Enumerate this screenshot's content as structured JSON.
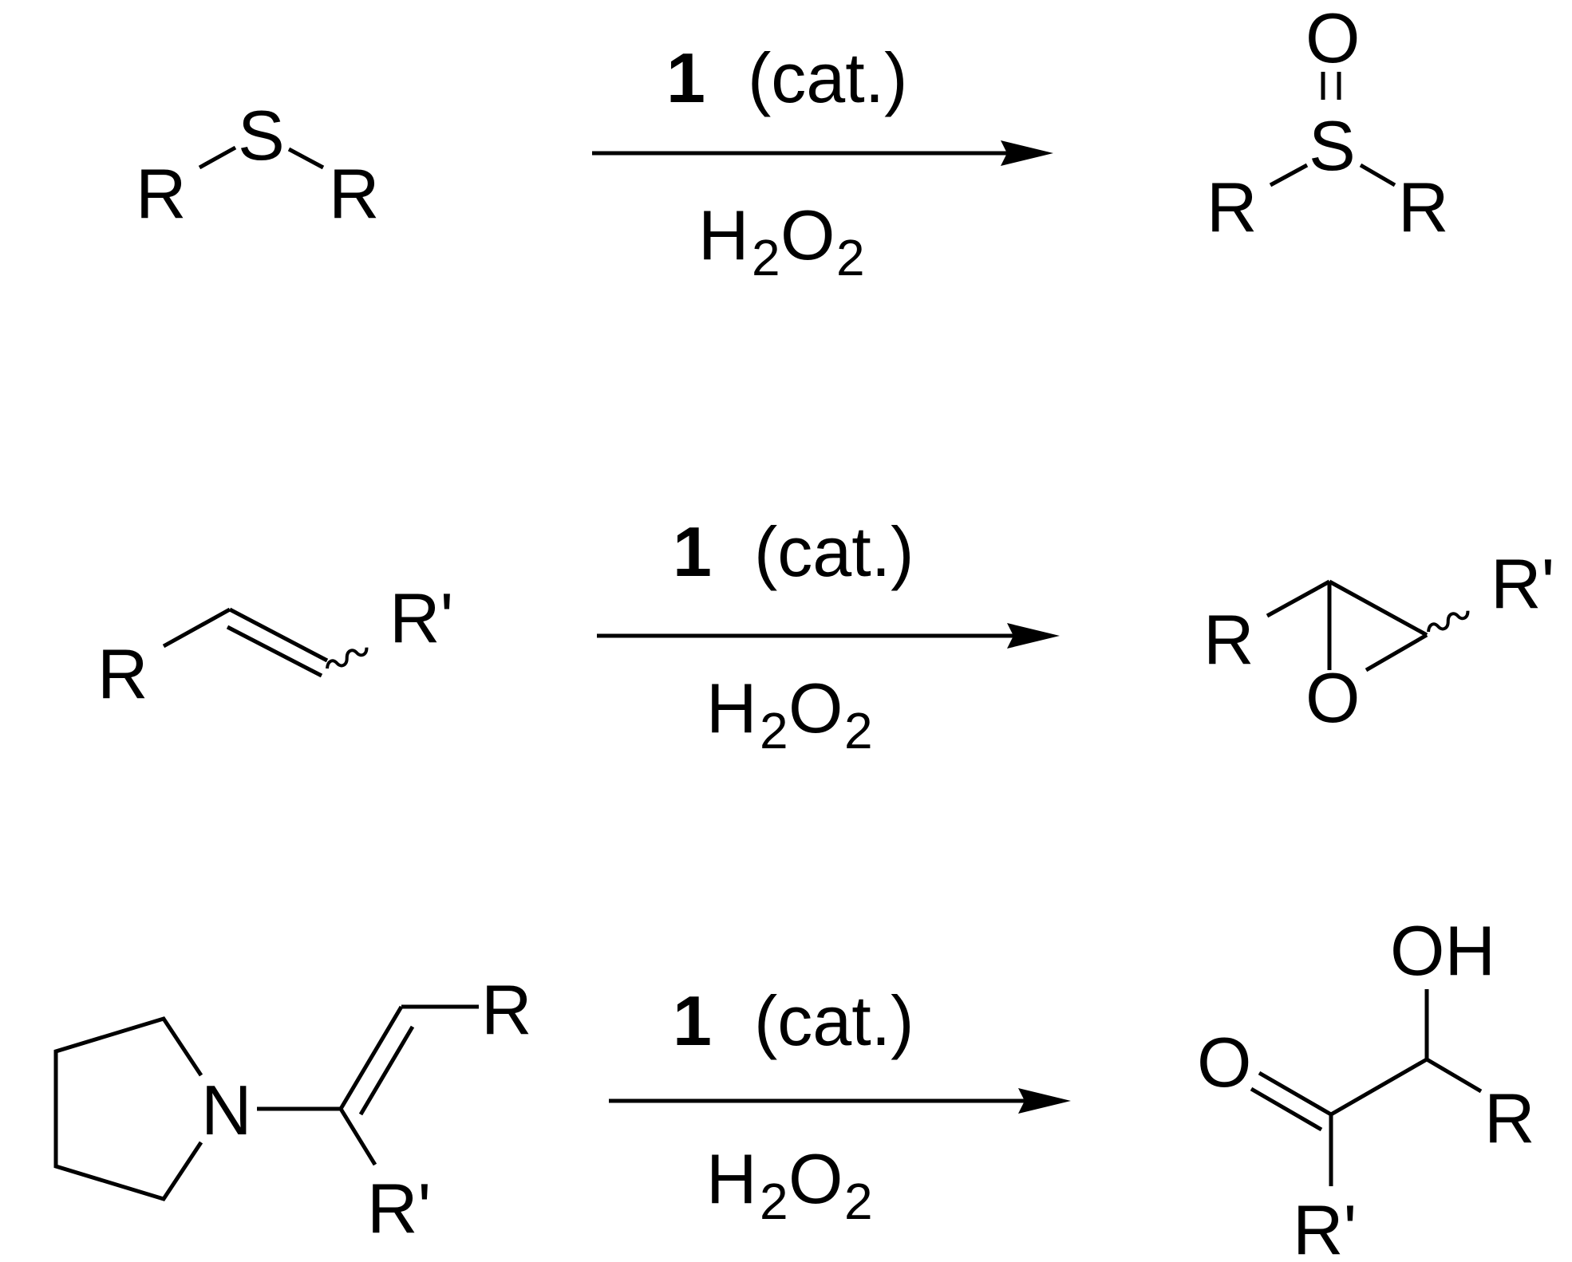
{
  "reactions": [
    {
      "catalyst_bold": "1",
      "catalyst_note": "(cat.)",
      "oxidant_main": "H",
      "oxidant_sub1": "2",
      "oxidant_mid": "O",
      "oxidant_sub2": "2",
      "substrate": {
        "s": "S",
        "r1": "R",
        "r2": "R"
      },
      "product": {
        "o": "O",
        "s": "S",
        "r1": "R",
        "r2": "R"
      }
    },
    {
      "catalyst_bold": "1",
      "catalyst_note": "(cat.)",
      "oxidant_main": "H",
      "oxidant_sub1": "2",
      "oxidant_mid": "O",
      "oxidant_sub2": "2",
      "substrate": {
        "r": "R",
        "rp": "R'"
      },
      "product": {
        "r": "R",
        "rp": "R'",
        "o": "O"
      }
    },
    {
      "catalyst_bold": "1",
      "catalyst_note": "(cat.)",
      "oxidant_main": "H",
      "oxidant_sub1": "2",
      "oxidant_mid": "O",
      "oxidant_sub2": "2",
      "substrate": {
        "n": "N",
        "r": "R",
        "rp": "R'"
      },
      "product": {
        "oh": "OH",
        "o": "O",
        "r": "R",
        "rp": "R'"
      }
    }
  ]
}
